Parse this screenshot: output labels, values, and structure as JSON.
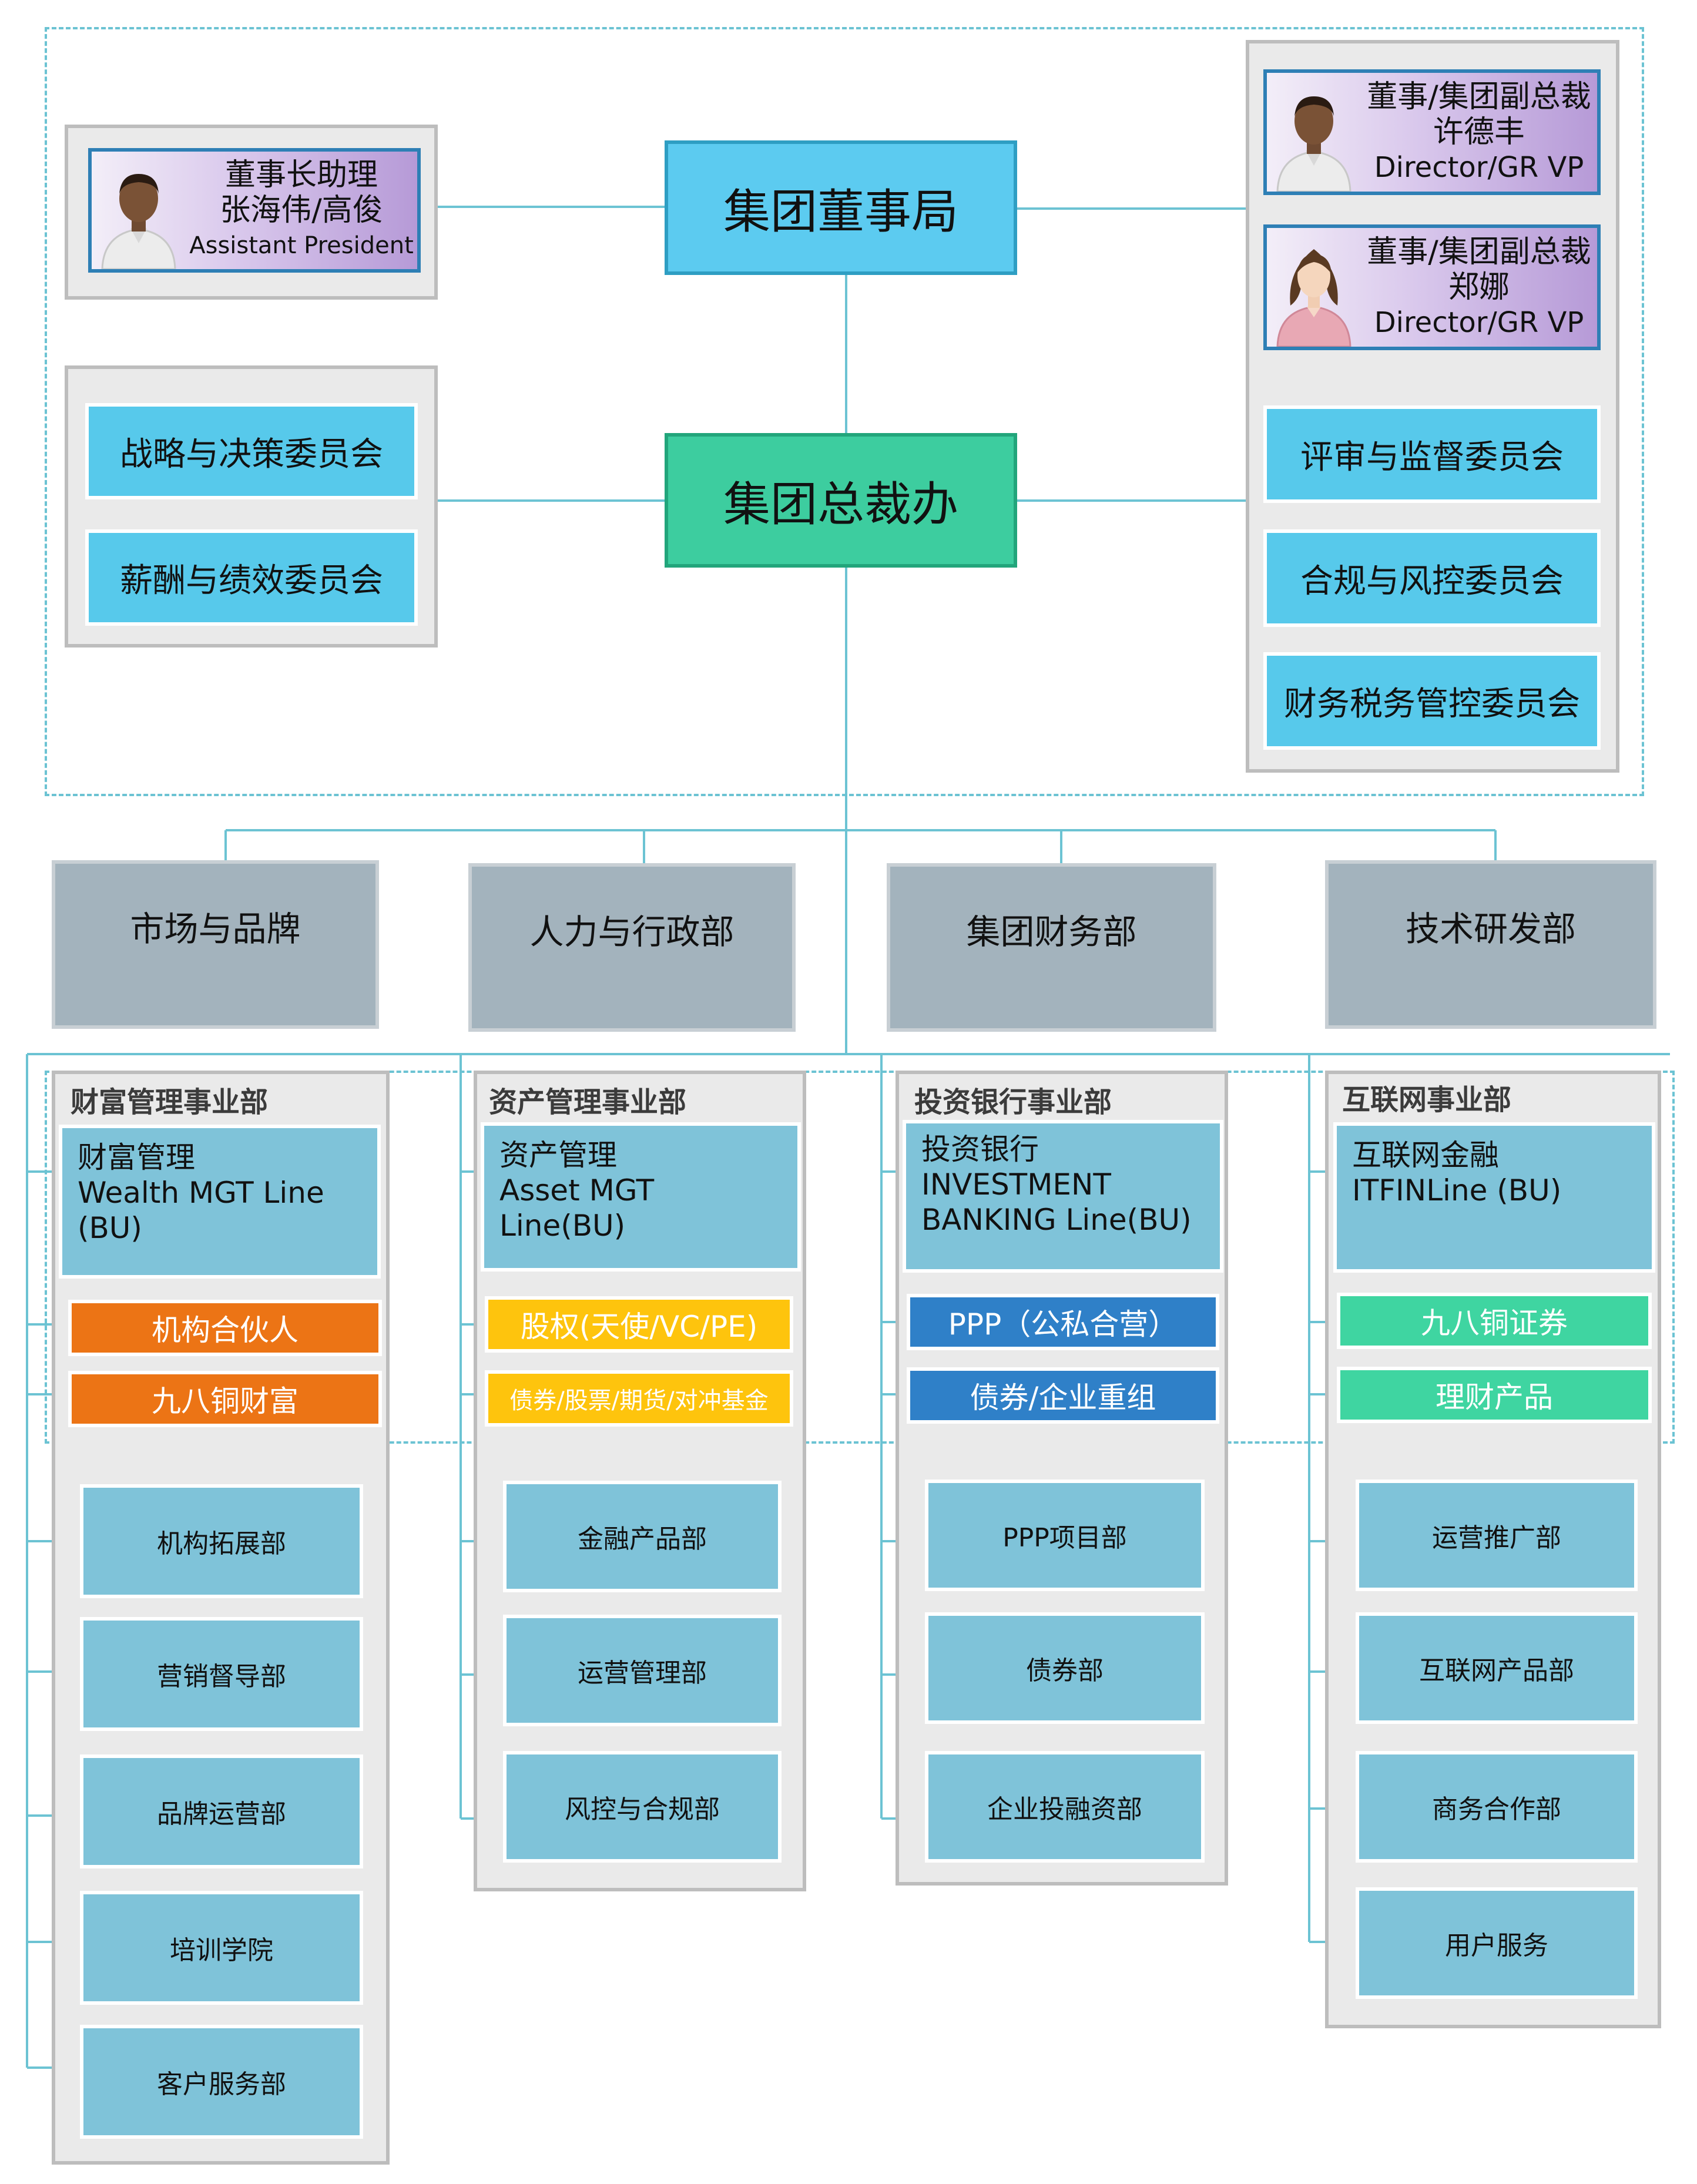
{
  "top": {
    "board": "集团董事局",
    "president_office": "集团总裁办"
  },
  "persons": {
    "assistant": {
      "title": "董事长助理",
      "name": "张海伟/高俊",
      "en": "Assistant President"
    },
    "vp1": {
      "title": "董事/集团副总裁",
      "name": "许德丰",
      "en": "Director/GR VP"
    },
    "vp2": {
      "title": "董事/集团副总裁",
      "name": "郑娜",
      "en": "Director/GR VP"
    }
  },
  "committees": {
    "left": [
      "战略与决策委员会",
      "薪酬与绩效委员会"
    ],
    "right": [
      "评审与监督委员会",
      "合规与风控委员会",
      "财务税务管控委员会"
    ]
  },
  "functions": [
    "市场与品牌",
    "人力与行政部",
    "集团财务部",
    "技术研发部"
  ],
  "business_units": [
    {
      "title": "财富管理事业部",
      "head": [
        "财富管理",
        "Wealth MGT Line (BU)"
      ],
      "tags": [
        "机构合伙人",
        "九八铜财富"
      ],
      "depts": [
        "机构拓展部",
        "营销督导部",
        "品牌运营部",
        "培训学院",
        "客户服务部"
      ]
    },
    {
      "title": "资产管理事业部",
      "head": [
        "资产管理",
        "Asset MGT Line(BU)"
      ],
      "tags": [
        "股权(天使/VC/PE)",
        "债券/股票/期货/对冲基金"
      ],
      "depts": [
        "金融产品部",
        "运营管理部",
        "风控与合规部"
      ]
    },
    {
      "title": "投资银行事业部",
      "head": [
        "投资银行",
        "INVESTMENT",
        "BANKING Line(BU)"
      ],
      "tags": [
        "PPP（公私合营）",
        "债券/企业重组"
      ],
      "depts": [
        "PPP项目部",
        "债券部",
        "企业投融资部"
      ]
    },
    {
      "title": "互联网事业部",
      "head": [
        "互联网金融",
        "ITFINLine (BU)"
      ],
      "tags": [
        "九八铜证券",
        "理财产品"
      ],
      "depts": [
        "运营推广部",
        "互联网产品部",
        "商务合作部",
        "用户服务"
      ]
    }
  ],
  "colors": {
    "line": "#6cc3d3",
    "board": "#5ccbf0",
    "president_office": "#3dcd9f",
    "committee": "#57c9eb",
    "function": "#a3b3bd",
    "bu_head": "#7fc3d9",
    "tag_orange": "#ec7415",
    "tag_yellow": "#fec40d",
    "tag_blue": "#2f80c8",
    "tag_green": "#3fd5a1"
  }
}
